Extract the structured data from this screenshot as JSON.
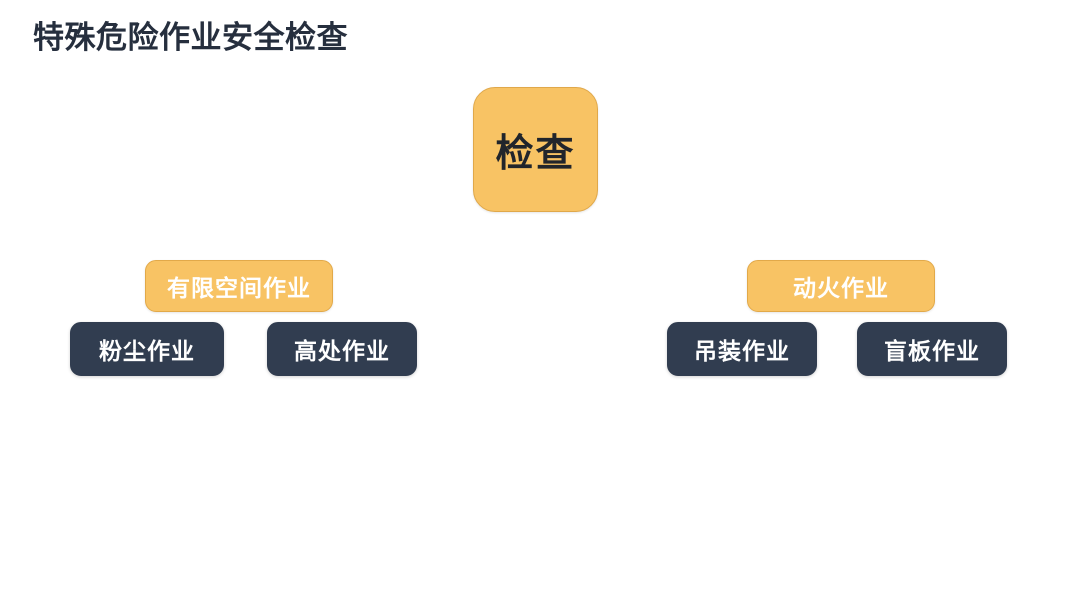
{
  "slide": {
    "title": "特殊危险作业安全检查",
    "background_color": "#ffffff",
    "title_color": "#262f3e"
  },
  "palette": {
    "accent_orange": "#f8c364",
    "accent_orange_border": "#e0a84a",
    "dark_navy": "#313d50",
    "text_light": "#ffffff",
    "text_dark": "#21252b"
  },
  "diagram": {
    "type": "hierarchy",
    "root": {
      "label": "检查",
      "style": "orange",
      "text_color": "#21252b"
    },
    "groups": [
      {
        "id": "confined-space",
        "category": {
          "label": "有限空间作业",
          "style": "orange",
          "text_color": "#ffffff"
        },
        "children": [
          {
            "id": "dust-work",
            "label": "粉尘作业",
            "style": "dark"
          },
          {
            "id": "height-work",
            "label": "高处作业",
            "style": "dark"
          }
        ]
      },
      {
        "id": "hot-work",
        "category": {
          "label": "动火作业",
          "style": "orange",
          "text_color": "#ffffff"
        },
        "children": [
          {
            "id": "hoisting-work",
            "label": "吊装作业",
            "style": "dark"
          },
          {
            "id": "blind-plate-work",
            "label": "盲板作业",
            "style": "dark"
          }
        ]
      }
    ]
  }
}
